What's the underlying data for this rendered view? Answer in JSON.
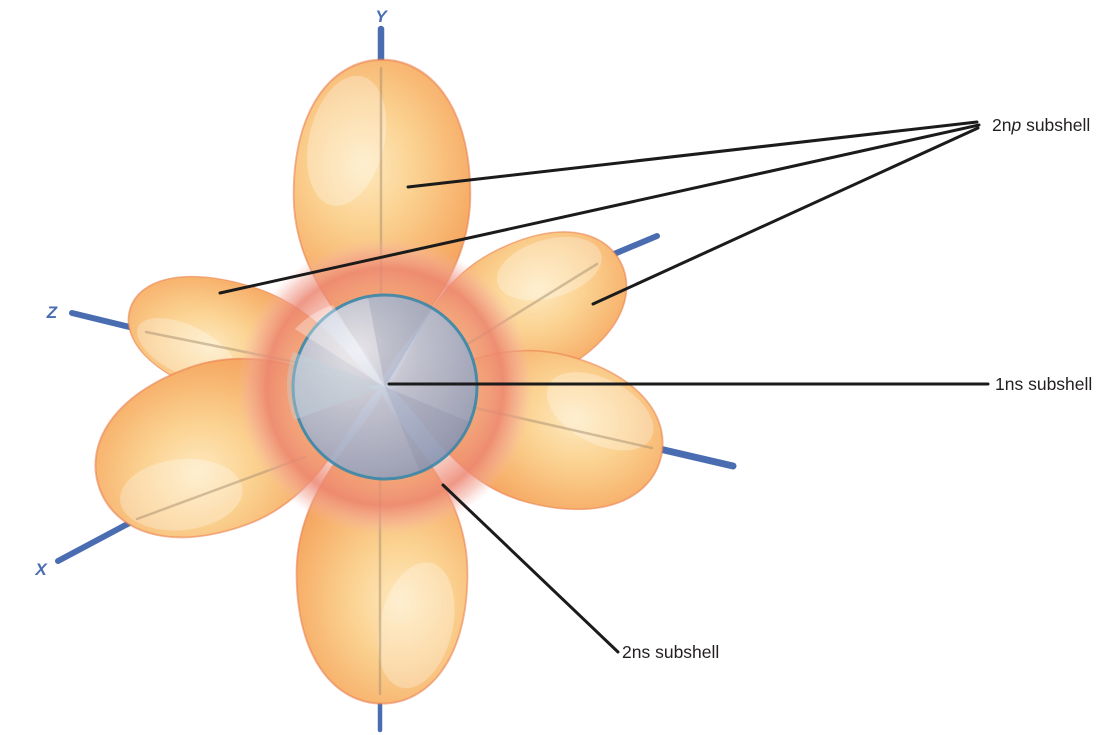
{
  "figure": {
    "type": "atomic-orbital-diagram",
    "axes": {
      "x": "X",
      "y": "Y",
      "z": "Z"
    },
    "callouts": {
      "np": {
        "pre": "2n",
        "it": "p",
        "post": " subshell"
      },
      "ns1": {
        "pre": "1ns",
        "it": "",
        "post": " subshell"
      },
      "ns2": {
        "pre": "2ns",
        "it": "",
        "post": " subshell"
      }
    },
    "colors": {
      "axis_blue": "#4a6db2",
      "callout_line": "#1b1b1b",
      "label_text": "#231f20",
      "lobe_highlight": "#fee9be",
      "lobe_light": "#fbd291",
      "lobe_mid": "#f6ac66",
      "lobe_dark": "#ee8b4e",
      "ring_salmon": "#ee8c76",
      "sphere_light": "#e6e9f1",
      "sphere_mid": "#aeb4c9",
      "sphere_dark": "#8890ab",
      "sphere_rim_teal": "#2e86ac"
    }
  }
}
